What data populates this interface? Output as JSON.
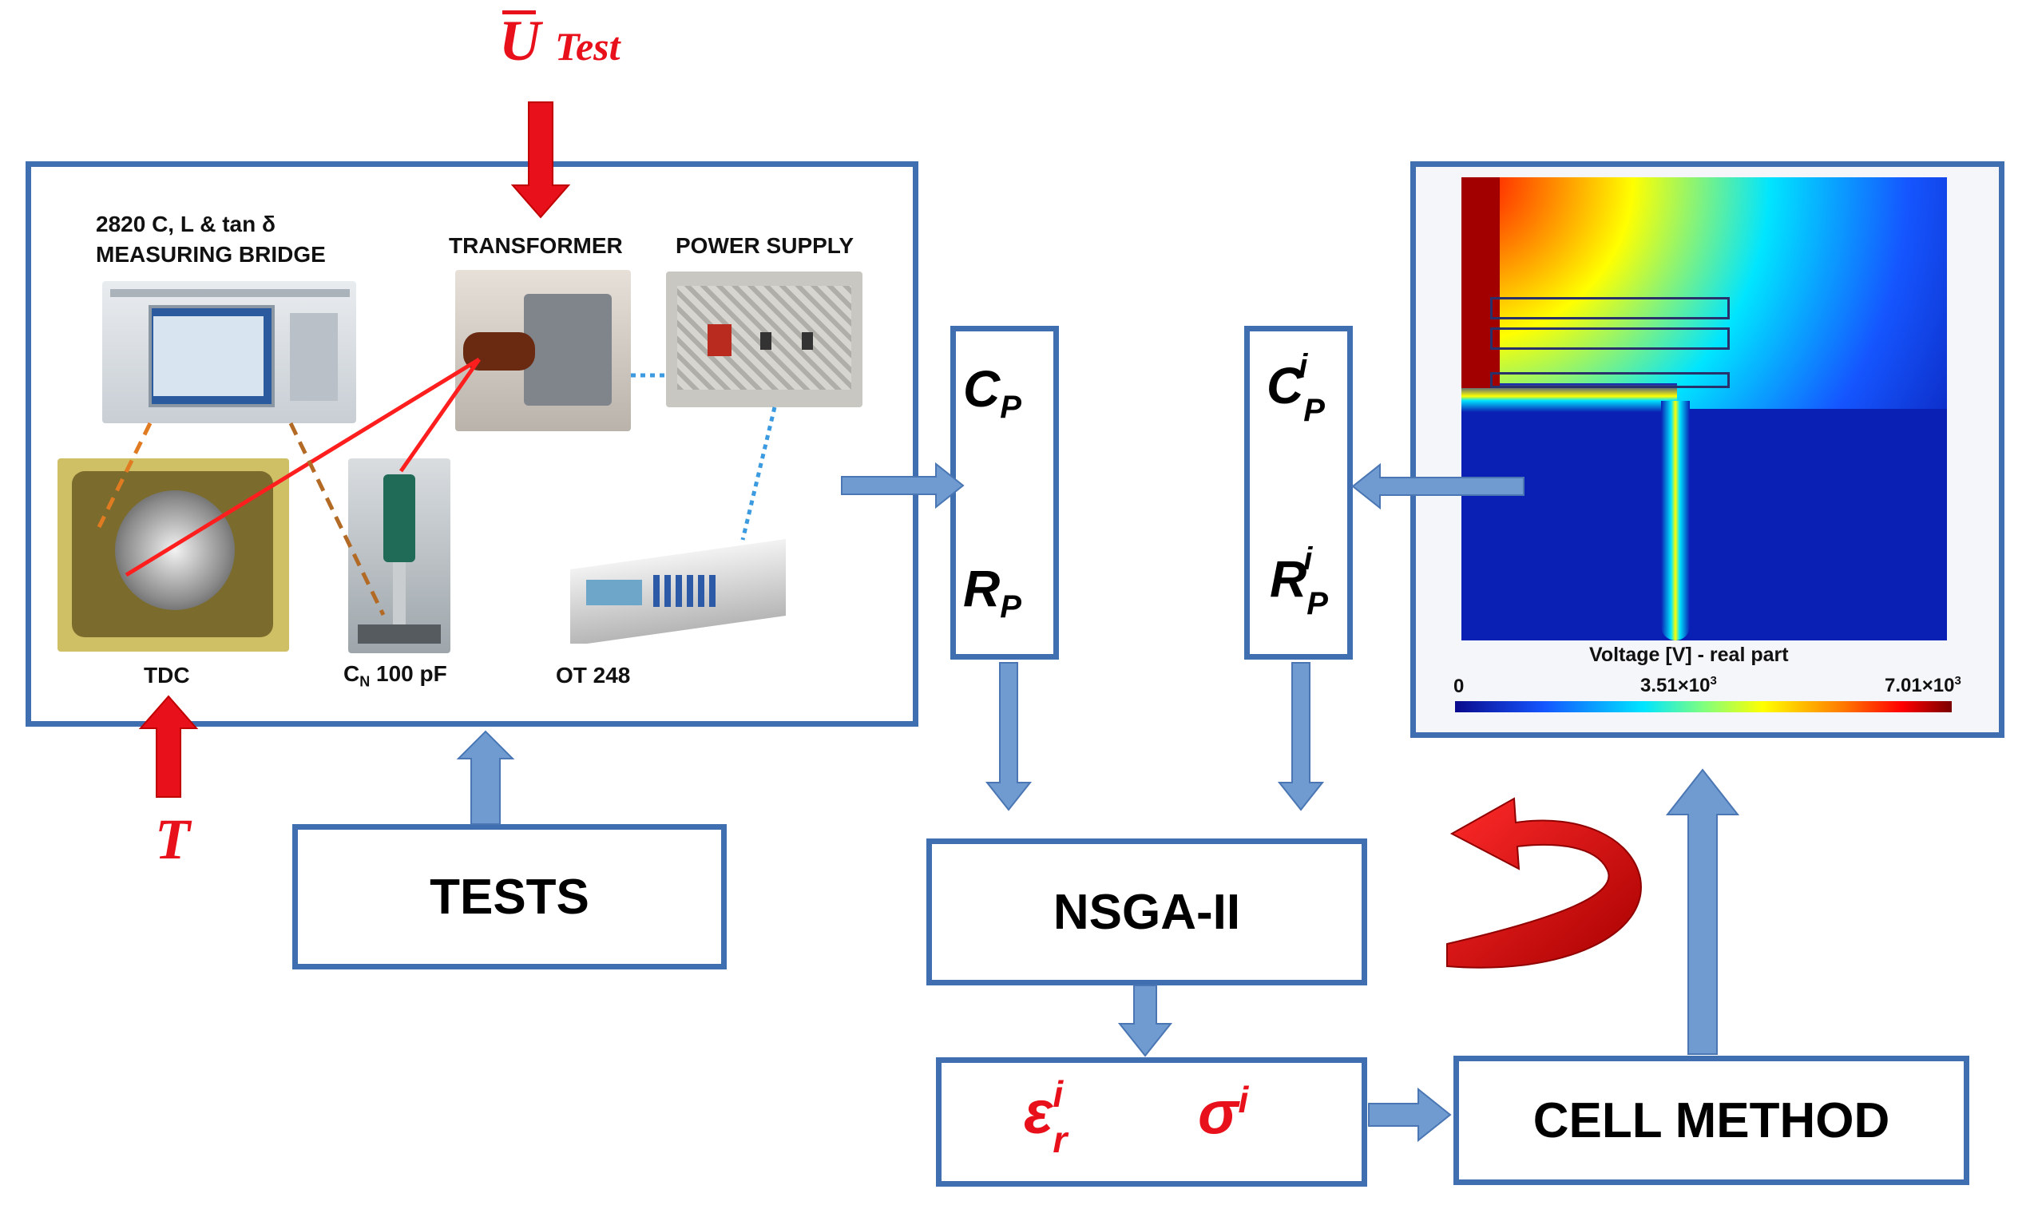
{
  "inputs": {
    "u_test": "U",
    "u_test_sub": "Test",
    "temperature": "T"
  },
  "equipment": {
    "bridge_line1": "2820 C, L & tan δ",
    "bridge_line2": "MEASURING BRIDGE",
    "transformer": "TRANSFORMER",
    "power_supply": "POWER SUPPLY",
    "tdc": "TDC",
    "cn_prefix": "C",
    "cn_sub": "N",
    "cn_suffix": " 100 pF",
    "ot": "OT 248"
  },
  "measured": {
    "cp": "C",
    "cp_sub": "P",
    "rp": "R",
    "rp_sub": "P"
  },
  "computed": {
    "cp": "C",
    "cp_sub": "P",
    "cp_sup": "i",
    "rp": "R",
    "rp_sub": "P",
    "rp_sup": "i"
  },
  "blocks": {
    "tests": "TESTS",
    "nsga": "NSGA-II",
    "cell_method": "CELL METHOD"
  },
  "params": {
    "eps": "ε",
    "eps_sub": "r",
    "eps_sup": "i",
    "sigma": "σ",
    "sigma_sup": "i"
  },
  "simulation": {
    "title": "Voltage  [V] - real part",
    "scale_min": "0",
    "scale_mid": "3.51",
    "scale_max": "7.01",
    "scale_mult": "×10",
    "scale_exp": "3"
  },
  "colors": {
    "box_border": "#3f6fb0",
    "arrow_blue": "#6f9bd0",
    "accent_red": "#e8101a"
  }
}
